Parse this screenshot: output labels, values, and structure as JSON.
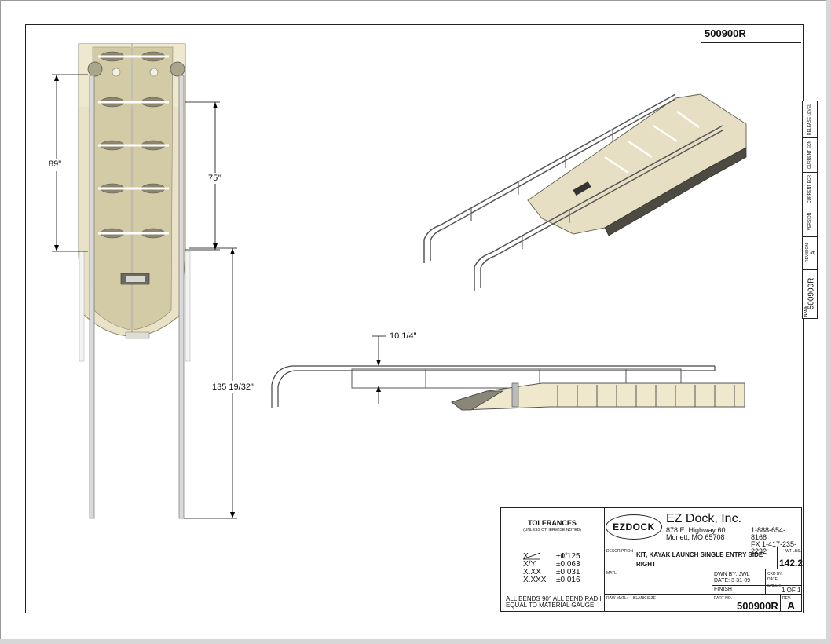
{
  "drawing": {
    "part_number": "500900R",
    "dimensions": {
      "overall_length": "89\"",
      "float_length": "75\"",
      "rail_length": "135 19/32\"",
      "rail_height": "10 1/4\""
    }
  },
  "revision_strip": {
    "release_level_label": "RELEASE LEVEL",
    "current_ecn_label": "CURRENT ECN",
    "current_ecr_label": "CURRENT ECR",
    "version_label": "VERSION",
    "revision_label": "REVISION",
    "revision_value": "A",
    "name_label": "NAME",
    "name_value": "500900R"
  },
  "title_block": {
    "tolerances": {
      "title": "TOLERANCES",
      "subtitle": "(UNLESS OTHERWISE NOTED)",
      "angle_value": "±1°",
      "rows": [
        {
          "key": "X",
          "value": "±0.125"
        },
        {
          "key": "X/Y",
          "value": "±0.063"
        },
        {
          "key": "X.XX",
          "value": "±0.031"
        },
        {
          "key": "X.XXX",
          "value": "±0.016"
        }
      ],
      "note_line1": "ALL BENDS 90°   ALL BEND RADII",
      "note_line2": "EQUAL TO MATERIAL GAUGE"
    },
    "company": {
      "logo_text": "EZDOCK",
      "name": "EZ Dock, Inc.",
      "address_line1": "878 E. Highway 60",
      "address_line2": "Monett, MO 65708",
      "phone": "1-888-654-8168",
      "fax": "FX  1-417-235-2232"
    },
    "description_label": "DESCRIPTION",
    "description_line1": "KIT, KAYAK LAUNCH SINGLE ENTRY SIDE",
    "description_line2": "RIGHT",
    "weight_label": "WT   LBS.",
    "weight_value": "142.2",
    "matl_label": "MATL:",
    "raw_matl_label": "RAW MATL:",
    "blank_size_label": "BLANK SIZE",
    "drawn_by": "DWN BY: JWL",
    "date": "DATE:  3-31-09",
    "ckd_by": "CKD BY:",
    "ckd_date": "DATE:",
    "finish_label": "FINISH",
    "sheet_label": "SHEET:",
    "sheet_value": "1 OF 1",
    "part_no_label": "PART NO.",
    "part_no_value": "500900R",
    "rev_label": "REV.",
    "rev_value": "A"
  }
}
